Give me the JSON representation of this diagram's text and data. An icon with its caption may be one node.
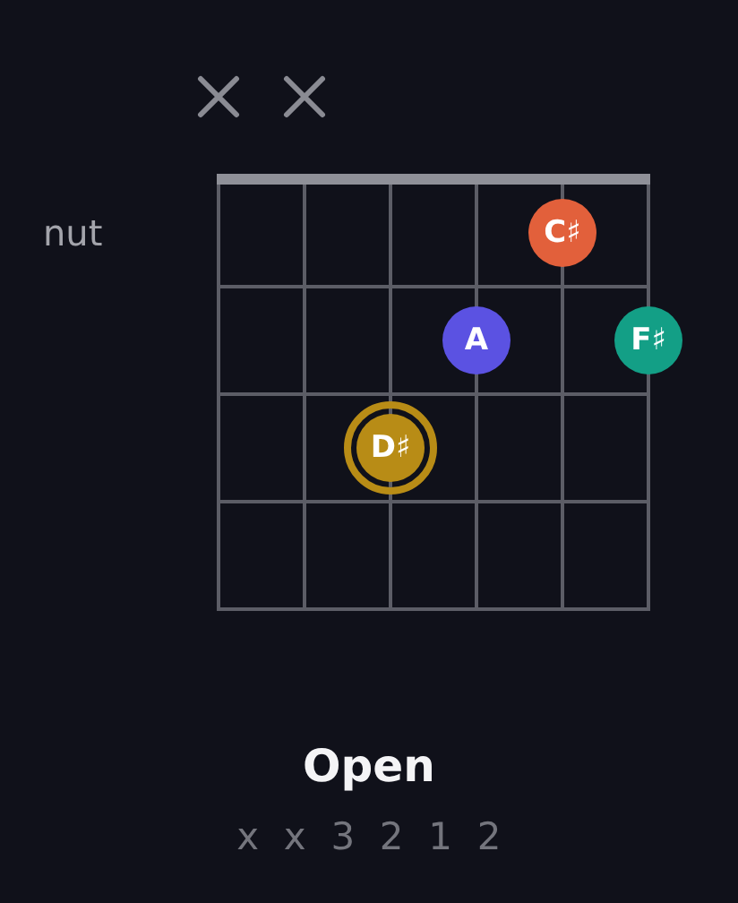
{
  "diagram": {
    "title": "Open",
    "nodes": [
      {
        "text": [
          "C♯"
        ]
      },
      {
        "text": [
          "A"
        ]
      },
      {
        "text": [
          "F♯"
        ]
      },
      {
        "text": [
          "D♯"
        ]
      }
    ],
    "labels": [
      "nut",
      "x x 3 2 1 2"
    ]
  }
}
